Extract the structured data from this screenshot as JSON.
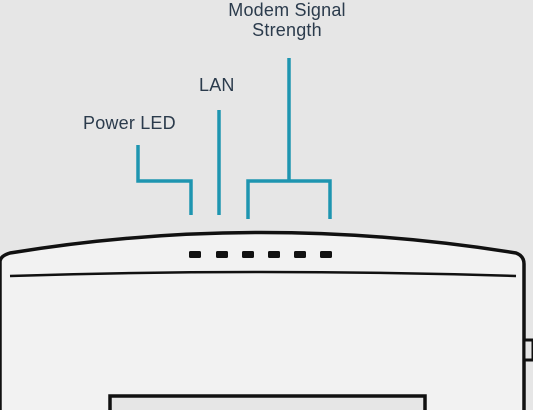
{
  "labels": {
    "power_led": "Power LED",
    "lan": "LAN",
    "modem_signal_line1": "Modem Signal",
    "modem_signal_line2": "Strength"
  },
  "colors": {
    "background": "#e6e6e6",
    "callout_line": "#1e95b0",
    "device_outline": "#111111",
    "device_fill": "#f2f2f2",
    "text": "#2b3b4c"
  },
  "indicator_led_count": 6
}
